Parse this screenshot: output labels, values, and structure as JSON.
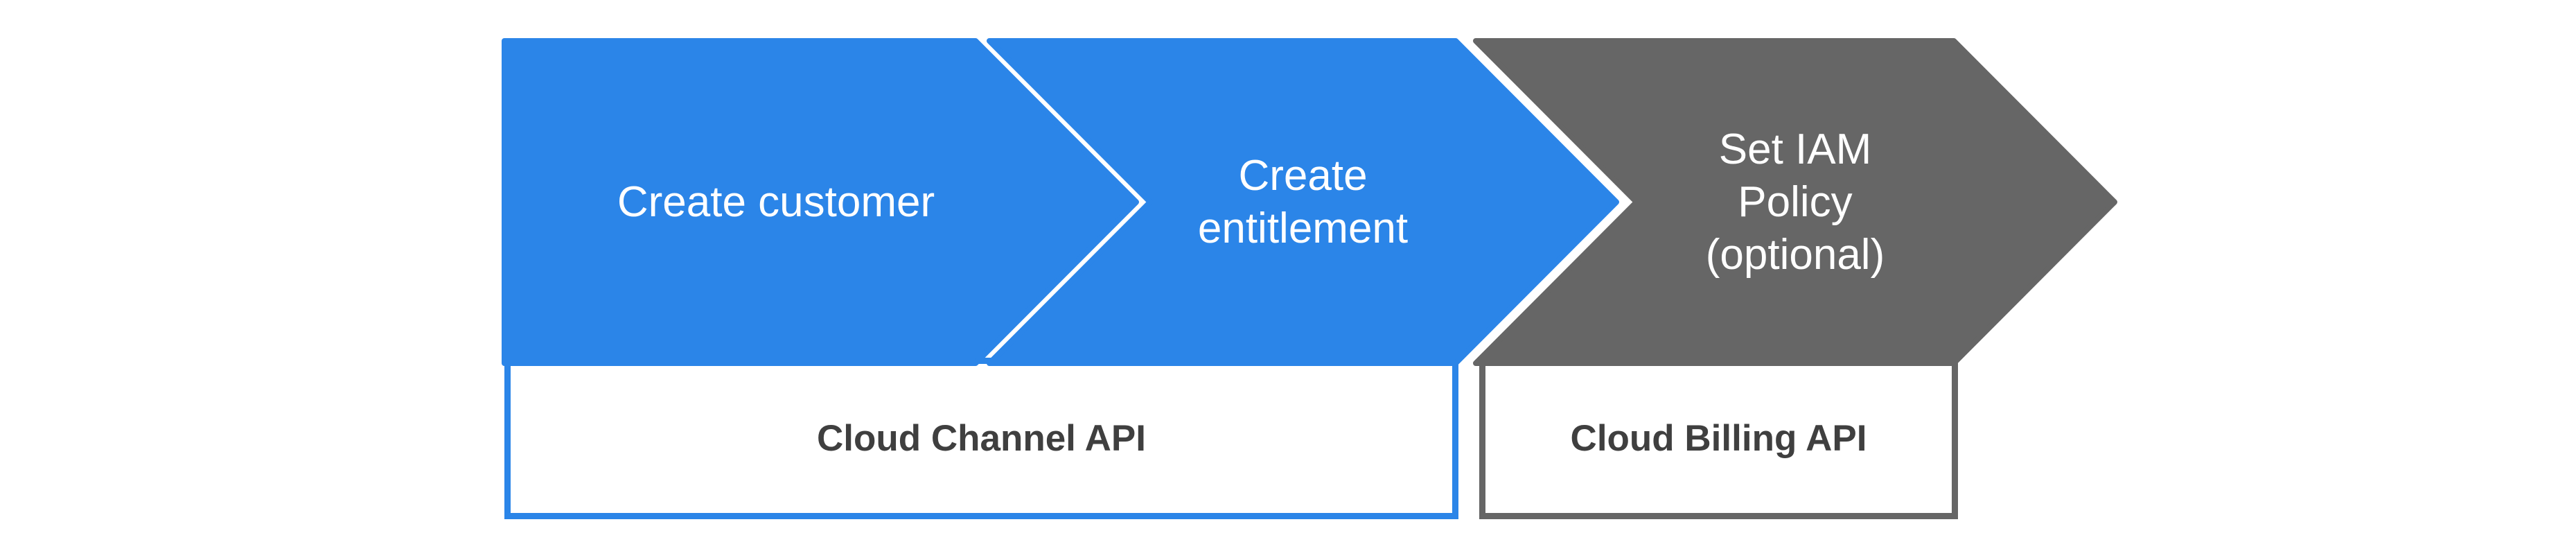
{
  "diagram": {
    "type": "process-flow",
    "colors": {
      "primary_blue": "#2b85e8",
      "neutral_gray": "#666666",
      "arrow_label_text": "#ffffff",
      "box_fill": "#ffffff",
      "box_label_text": "#3f3f3f",
      "background": "#ffffff"
    },
    "steps": [
      {
        "id": "create-customer",
        "color": "#2b85e8",
        "lines": [
          "Create customer"
        ]
      },
      {
        "id": "create-entitlement",
        "color": "#2b85e8",
        "lines": [
          "Create",
          "entitlement"
        ]
      },
      {
        "id": "set-iam-policy",
        "color": "#666666",
        "lines": [
          "Set IAM",
          "Policy",
          "(optional)"
        ]
      }
    ],
    "api_boxes": [
      {
        "id": "cloud-channel-api",
        "label": "Cloud Channel API",
        "border_color": "#2b85e8"
      },
      {
        "id": "cloud-billing-api",
        "label": "Cloud Billing API",
        "border_color": "#666666"
      }
    ]
  }
}
